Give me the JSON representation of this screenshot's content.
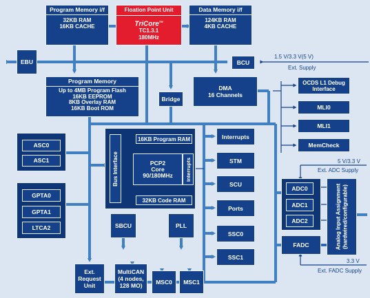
{
  "colors": {
    "block": "#14418a",
    "background": "#dbe6f2",
    "fpu": "#e31d2d",
    "bus": "#3f7fc2"
  },
  "program_memory_if": {
    "title": "Program Memory i/f",
    "line1": "32KB RAM",
    "line2": "16KB CACHE"
  },
  "fpu": {
    "title": "Floation Point Unit",
    "logo": "TriCore",
    "tm": "TM",
    "line1": "TC1.3.1",
    "line2": "180MHz"
  },
  "data_memory_if": {
    "title": "Data Memory i/f",
    "line1": "124KB RAM",
    "line2": "4KB CACHE"
  },
  "ebu": "EBU",
  "bcu": "BCU",
  "supply_top": {
    "line1": "1.5 V/3.3 V(5 V)",
    "line2": "Ext. Supply"
  },
  "program_memory": {
    "title": "Program Memory",
    "line1": "Up to 4MB Program Flash",
    "line2": "16KB EEPROM",
    "line3": "8KB Overlay RAM",
    "line4": "16KB Boot ROM"
  },
  "bridge": "Bridge",
  "dma": {
    "line1": "DMA",
    "line2": "16 Channels"
  },
  "ocds": {
    "line1": "OCDS L1 Debug",
    "line2": "Interface"
  },
  "mli0": "MLI0",
  "mli1": "MLI1",
  "memcheck": "MemCheck",
  "asc0": "ASC0",
  "asc1": "ASC1",
  "gpta0": "GPTA0",
  "gpta1": "GPTA1",
  "ltca2": "LTCA2",
  "pcp": {
    "bus_interface": "Bus Interface",
    "program_ram": "16KB Program RAM",
    "core_line1": "PCP2",
    "core_line2": "Core",
    "core_line3": "90/180MHz",
    "interrupts": "Interrupts",
    "code_ram": "32KB Code RAM"
  },
  "sbcu": "SBCU",
  "pll": "PLL",
  "interrupts": "Interrupts",
  "stm": "STM",
  "scu": "SCU",
  "ports": "Ports",
  "ssc0": "SSC0",
  "ssc1": "SSC1",
  "ext_request": {
    "line1": "Ext.",
    "line2": "Request",
    "line3": "Unit"
  },
  "multican": {
    "line1": "MultiCAN",
    "line2": "(4 nodes,",
    "line3": "128 MO)"
  },
  "msc0": "MSC0",
  "msc1": "MSC1",
  "adc0": "ADC0",
  "adc1": "ADC1",
  "adc2": "ADC2",
  "fadc": "FADC",
  "analog": {
    "line1": "Analog Input Assignment",
    "line2": "(hardwired/configurable)"
  },
  "adc_supply": {
    "line1": "5 V/3.3 V",
    "line2": "Ext. ADC Supply"
  },
  "fadc_supply": {
    "line1": "3.3 V",
    "line2": "Ext. FADC Supply"
  }
}
